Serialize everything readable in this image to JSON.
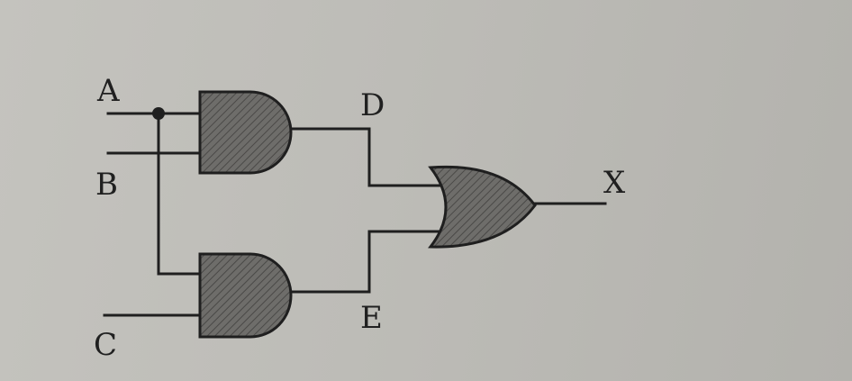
{
  "diagram": {
    "inputs": {
      "a": "A",
      "b": "B",
      "c": "C"
    },
    "nodes": {
      "d": "D",
      "e": "E"
    },
    "output": {
      "x": "X"
    },
    "gates": [
      {
        "type": "AND",
        "inputs": [
          "A",
          "B"
        ],
        "output": "D"
      },
      {
        "type": "AND",
        "inputs": [
          "A",
          "C"
        ],
        "output": "E"
      },
      {
        "type": "OR",
        "inputs": [
          "D",
          "E"
        ],
        "output": "X"
      }
    ],
    "colors": {
      "background": "#bdbcb7",
      "ink": "#1f1f1f",
      "gate_fill": "#6e6d6a"
    }
  }
}
